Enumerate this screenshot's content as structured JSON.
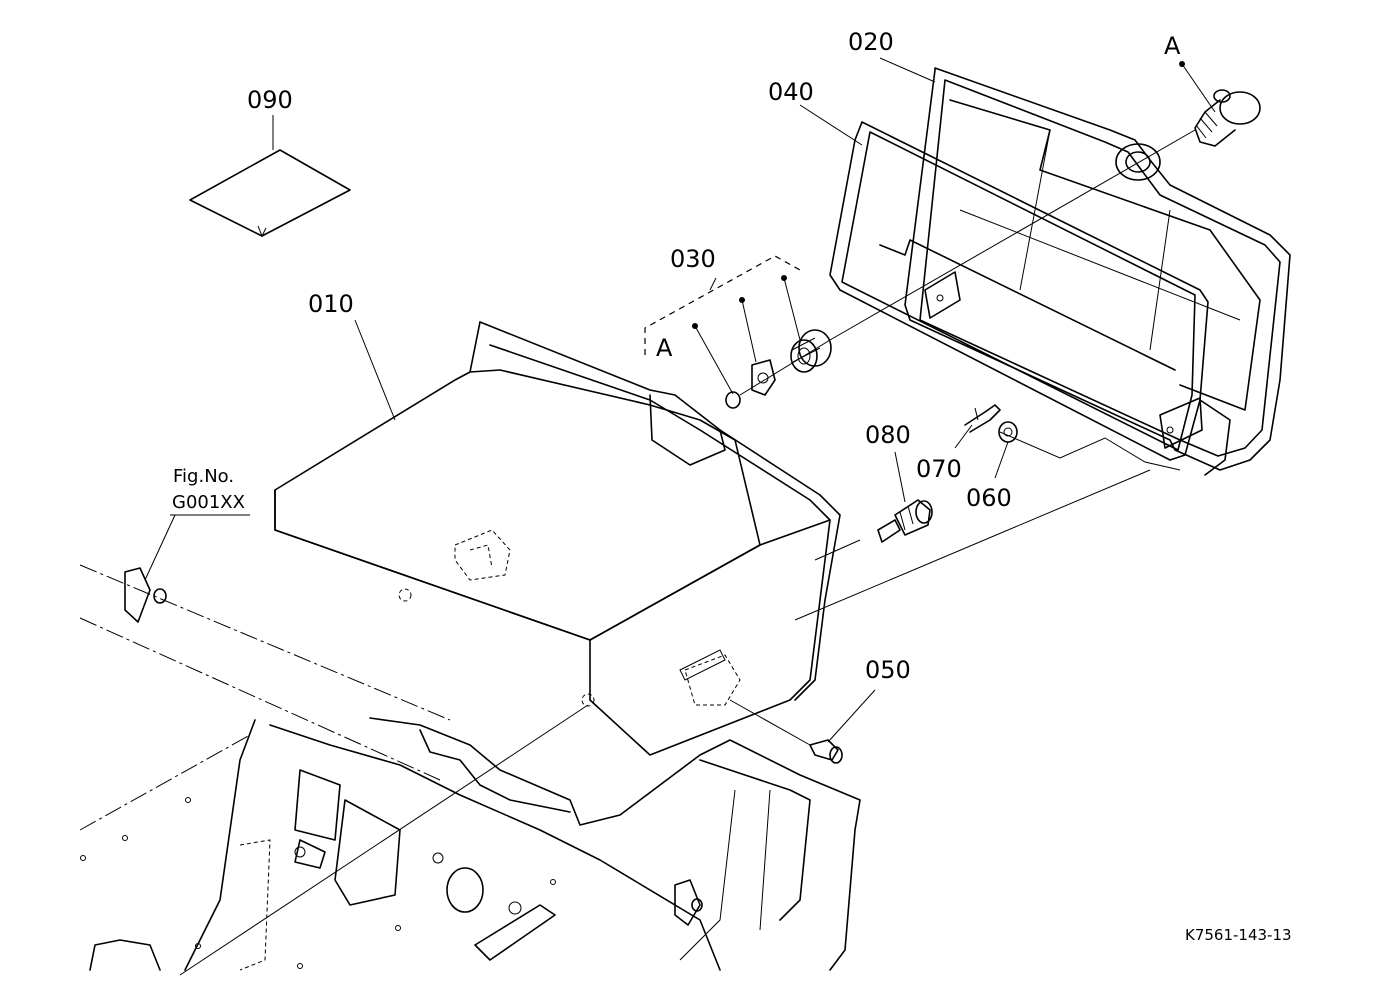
{
  "diagram": {
    "parts": [
      {
        "id": "010",
        "label": "010"
      },
      {
        "id": "020",
        "label": "020"
      },
      {
        "id": "030",
        "label": "030"
      },
      {
        "id": "040",
        "label": "040"
      },
      {
        "id": "050",
        "label": "050"
      },
      {
        "id": "060",
        "label": "060"
      },
      {
        "id": "070",
        "label": "070"
      },
      {
        "id": "080",
        "label": "080"
      },
      {
        "id": "090",
        "label": "090"
      }
    ],
    "detail_markers": [
      "A",
      "A"
    ],
    "figure_ref_line1": "Fig.No.",
    "figure_ref_line2": "G001XX",
    "drawing_code": "K7561-143-13"
  }
}
